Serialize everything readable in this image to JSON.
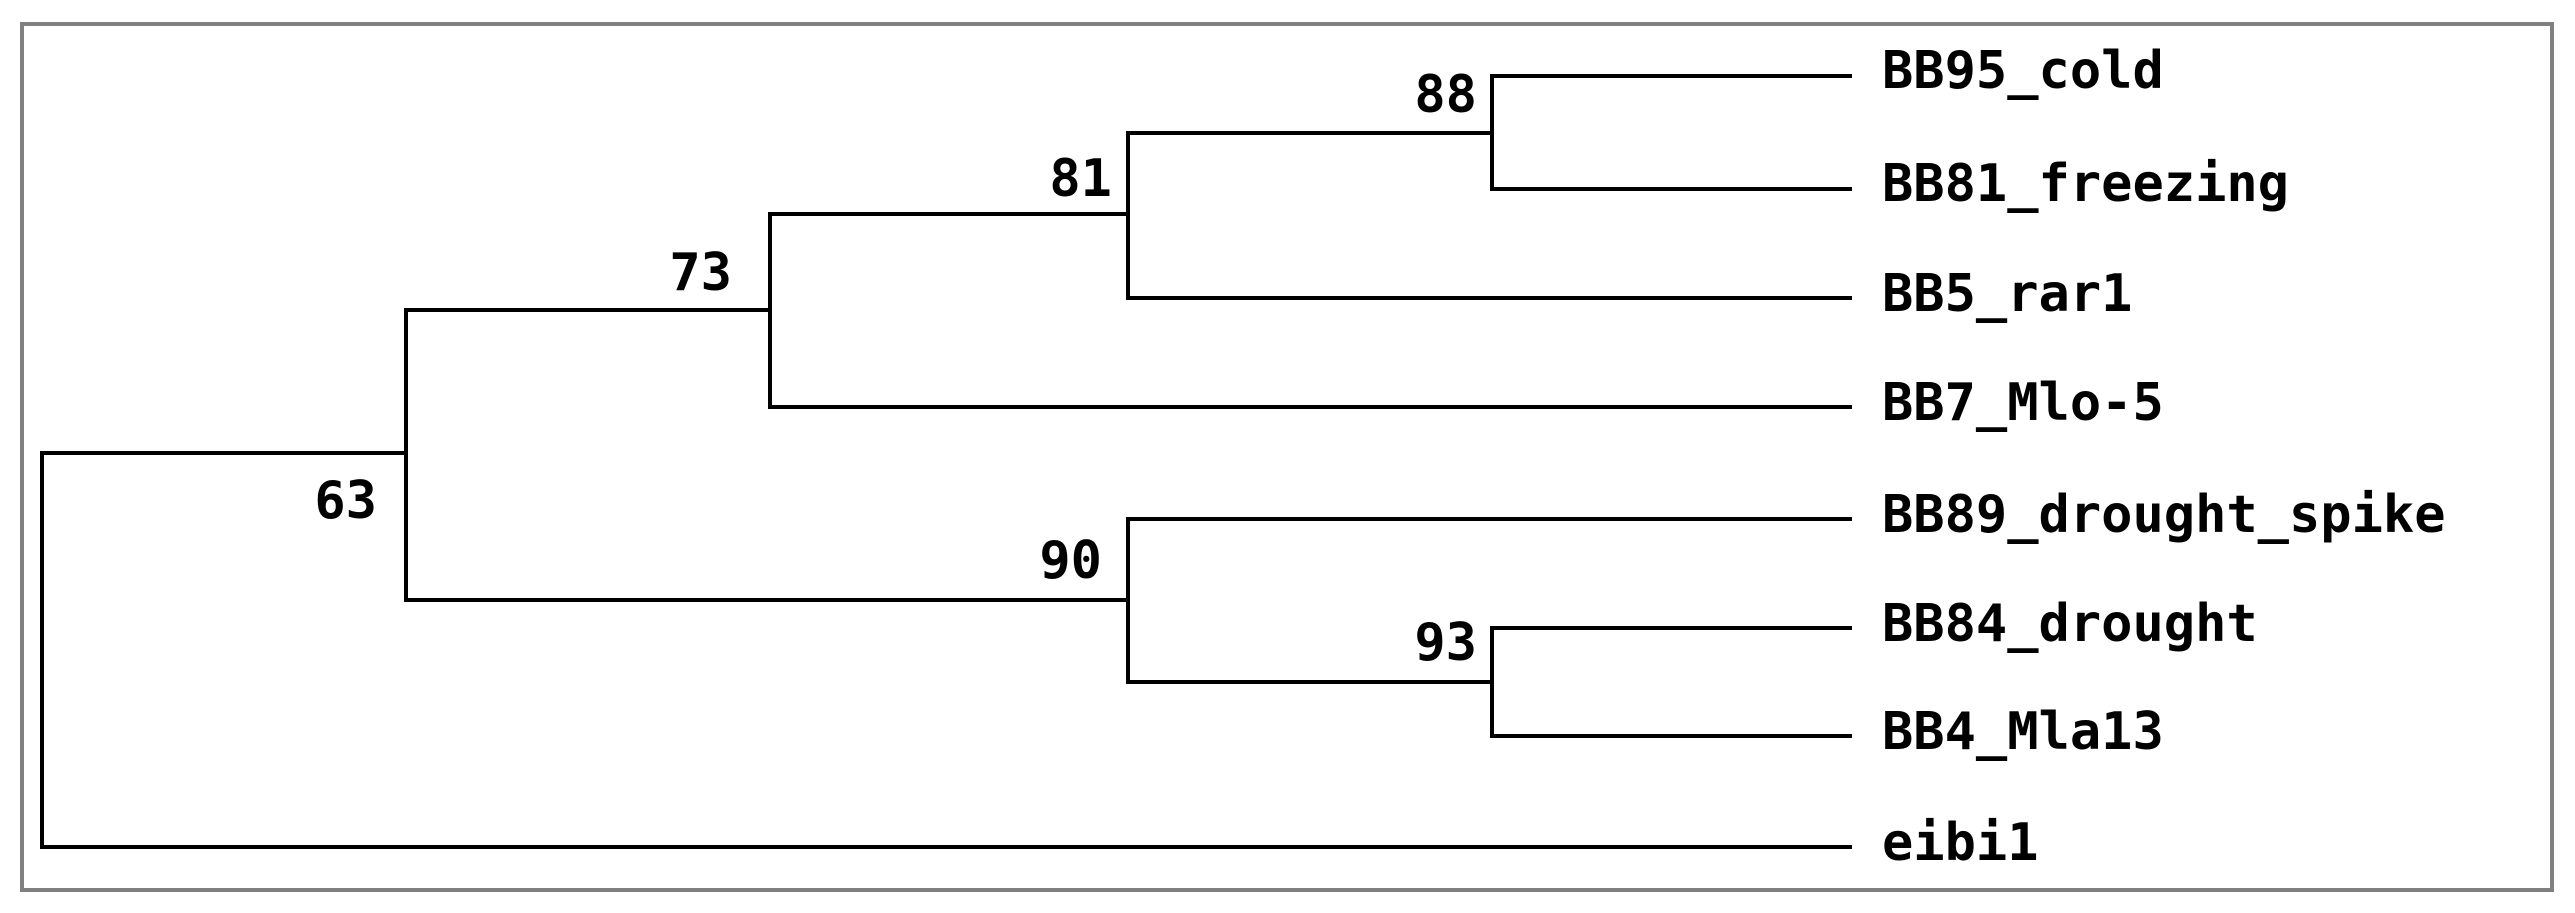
{
  "tree": {
    "taxa": [
      {
        "id": "cold",
        "label": "BB95_cold"
      },
      {
        "id": "freezing",
        "label": "BB81_freezing"
      },
      {
        "id": "rar1",
        "label": "BB5_rar1"
      },
      {
        "id": "mlo5",
        "label": "BB7_Mlo-5"
      },
      {
        "id": "spike",
        "label": "BB89_drought_spike"
      },
      {
        "id": "drought",
        "label": "BB84_drought"
      },
      {
        "id": "mla13",
        "label": "BB4_Mla13"
      },
      {
        "id": "eibi",
        "label": "eibi1"
      }
    ],
    "support": {
      "n88": "88",
      "n81": "81",
      "n73": "73",
      "n63": "63",
      "n90": "90",
      "n93": "93"
    }
  }
}
